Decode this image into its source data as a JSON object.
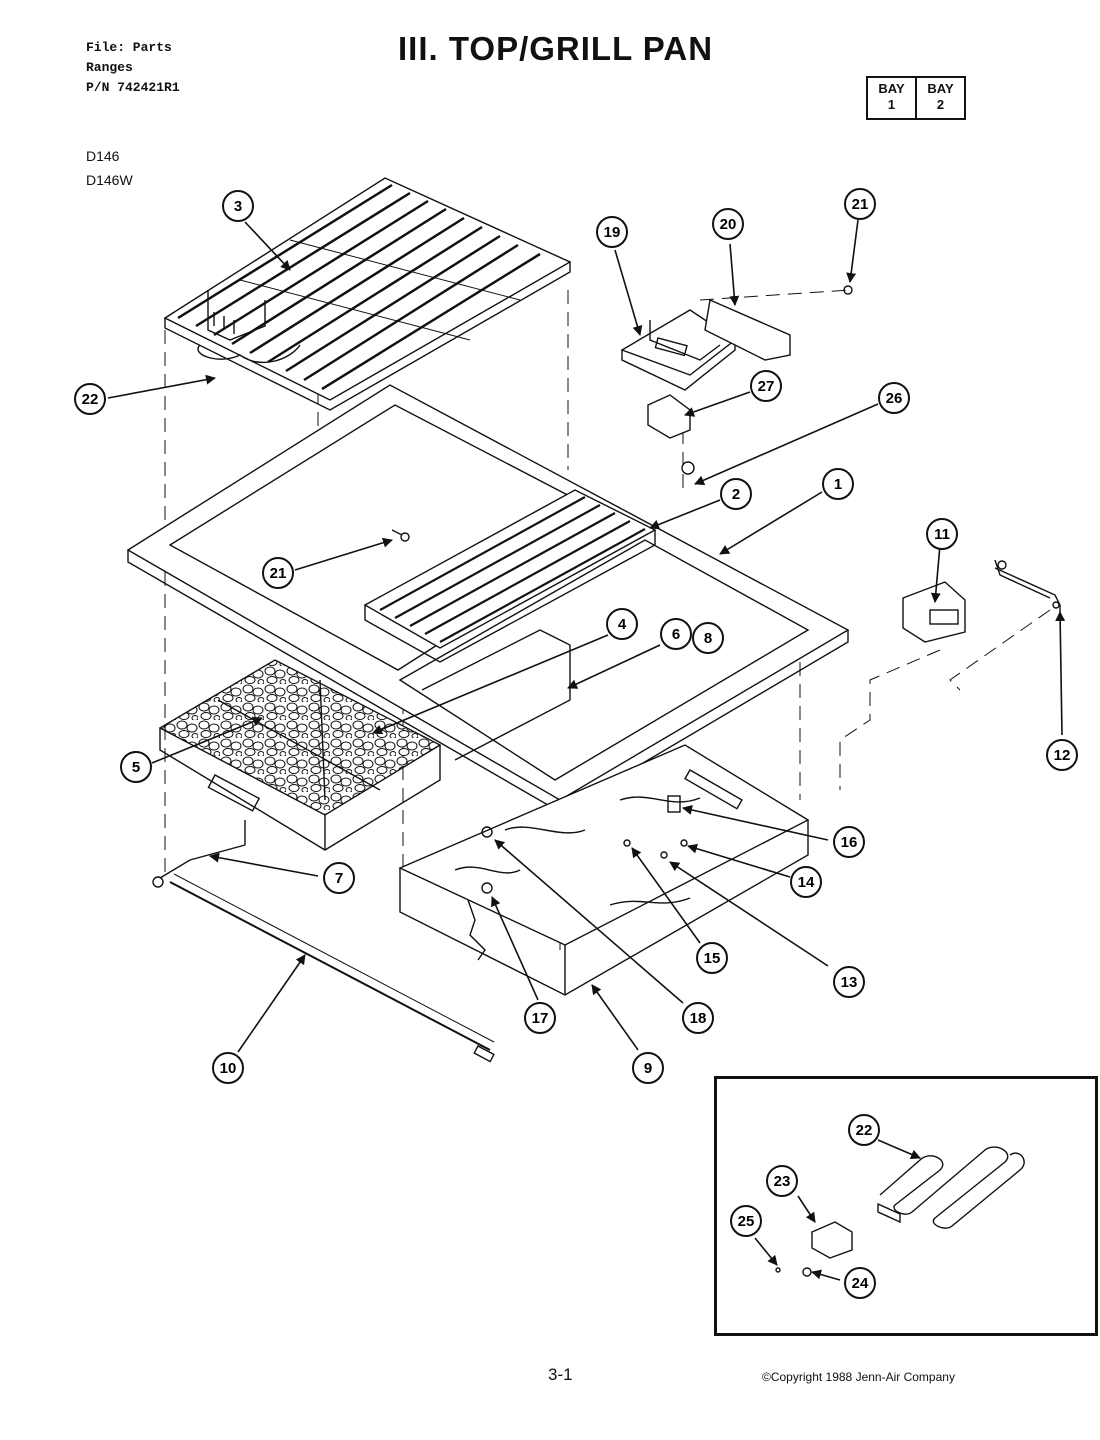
{
  "header": {
    "file_line": "File: Parts",
    "category_line": "Ranges",
    "part_number_line": "P/N 742421R1",
    "title": "III. TOP/GRILL PAN",
    "bay": {
      "bay1_label": "BAY",
      "bay1_num": "1",
      "bay2_label": "BAY",
      "bay2_num": "2"
    },
    "models": [
      "D146",
      "D146W"
    ]
  },
  "callouts": [
    "1",
    "2",
    "3",
    "4",
    "5",
    "6",
    "7",
    "8",
    "9",
    "10",
    "11",
    "12",
    "13",
    "14",
    "15",
    "16",
    "17",
    "18",
    "19",
    "20",
    "21",
    "21",
    "22",
    "22",
    "23",
    "24",
    "25",
    "26",
    "27"
  ],
  "footer": {
    "page_number": "3-1",
    "copyright": "©Copyright 1988 Jenn-Air Company"
  }
}
